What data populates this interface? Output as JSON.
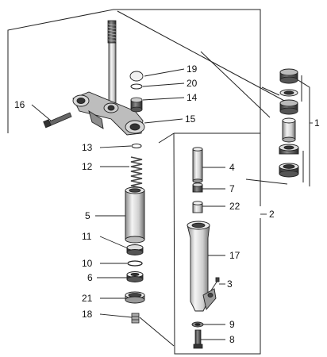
{
  "colors": {
    "line": "#222222",
    "part_fill": "#e9e9e9",
    "part_dark": "#5a5a5a",
    "part_mid": "#a8a8a8"
  },
  "callouts": {
    "c1": "1",
    "c2": "2",
    "c3": "3",
    "c4": "4",
    "c5": "5",
    "c6": "6",
    "c7": "7",
    "c8": "8",
    "c9": "9",
    "c10": "10",
    "c11": "11",
    "c12": "12",
    "c13": "13",
    "c14": "14",
    "c15": "15",
    "c16": "16",
    "c17": "17",
    "c18": "18",
    "c19": "19",
    "c20": "20",
    "c21": "21",
    "c22": "22"
  }
}
